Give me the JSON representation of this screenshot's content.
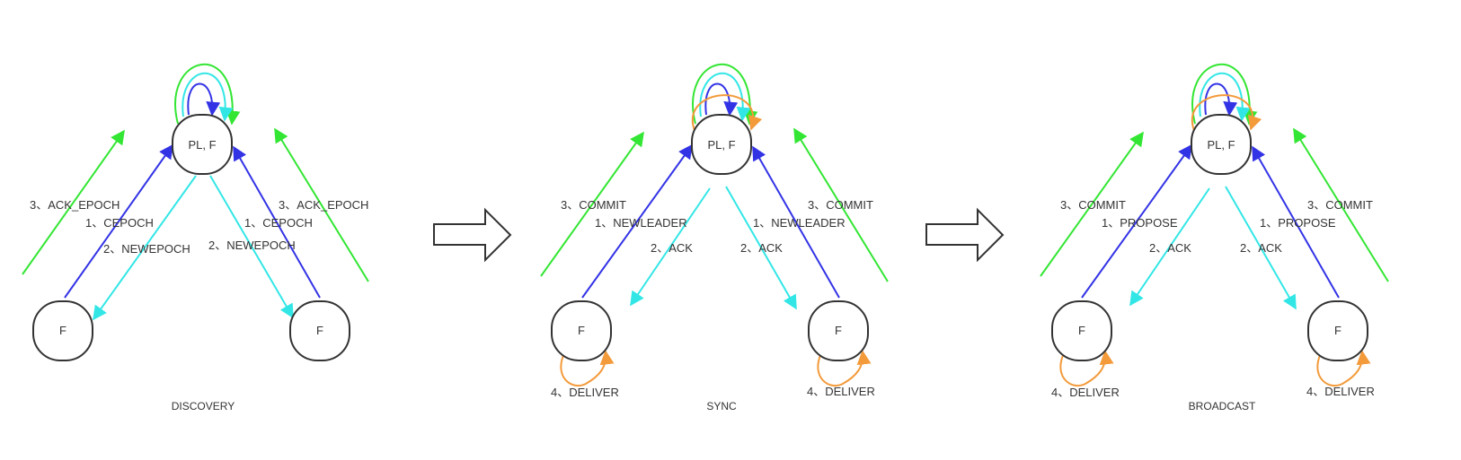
{
  "colors": {
    "blue": "#3333e6",
    "cyan": "#33e6e6",
    "green": "#33e633",
    "orange": "#f39a3a",
    "node_stroke": "#333333",
    "text": "#333333"
  },
  "stages": {
    "discovery": {
      "title": "DISCOVERY",
      "nodes": {
        "leader": "PL, F",
        "left": "F",
        "right": "F"
      },
      "left_labels": {
        "l1": "1、CEPOCH",
        "l2": "2、NEWEPOCH",
        "l3": "3、ACK_EPOCH"
      },
      "right_labels": {
        "l1": "1、CEPOCH",
        "l2": "2、NEWEPOCH",
        "l3": "3、ACK_EPOCH"
      }
    },
    "sync": {
      "title": "SYNC",
      "nodes": {
        "leader": "PL, F",
        "left": "F",
        "right": "F"
      },
      "left_labels": {
        "l1": "1、NEWLEADER",
        "l2": "2、ACK",
        "l3": "3、COMMIT",
        "l4": "4、DELIVER"
      },
      "right_labels": {
        "l1": "1、NEWLEADER",
        "l2": "2、ACK",
        "l3": "3、COMMIT",
        "l4": "4、DELIVER"
      }
    },
    "broadcast": {
      "title": "BROADCAST",
      "nodes": {
        "leader": "PL, F",
        "left": "F",
        "right": "F"
      },
      "left_labels": {
        "l1": "1、PROPOSE",
        "l2": "2、ACK",
        "l3": "3、COMMIT",
        "l4": "4、DELIVER"
      },
      "right_labels": {
        "l1": "1、PROPOSE",
        "l2": "2、ACK",
        "l3": "3、COMMIT",
        "l4": "4、DELIVER"
      }
    }
  }
}
